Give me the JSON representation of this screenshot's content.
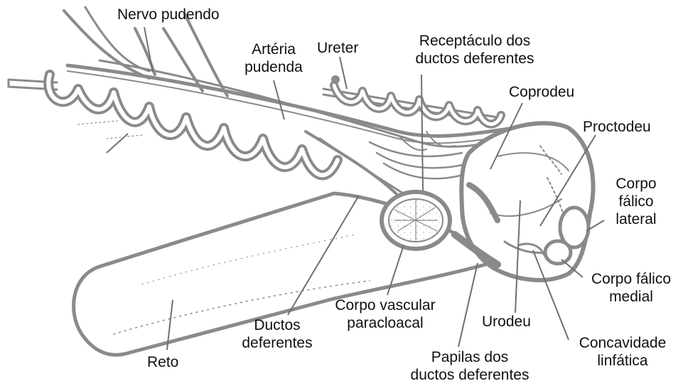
{
  "colors": {
    "drawing": "#8a8a8a",
    "leader": "#6f6f6f",
    "text": "#111111",
    "background": "#ffffff"
  },
  "labels": {
    "nervo_pudendo": "Nervo pudendo",
    "arteria_l1": "Artéria",
    "arteria_l2": "pudenda",
    "ureter": "Ureter",
    "receptaculo_l1": "Receptáculo dos",
    "receptaculo_l2": "ductos deferentes",
    "coprodeu": "Coprodeu",
    "proctodeu": "Proctodeu",
    "corpo_lateral_l1": "Corpo",
    "corpo_lateral_l2": "fálico",
    "corpo_lateral_l3": "lateral",
    "corpo_medial_l1": "Corpo fálico",
    "corpo_medial_l2": "medial",
    "concavidade_l1": "Concavidade",
    "concavidade_l2": "linfática",
    "papilas_l1": "Papilas dos",
    "papilas_l2": "ductos deferentes",
    "urodeu": "Urodeu",
    "corpo_vascular_l1": "Corpo vascular",
    "corpo_vascular_l2": "paracloacal",
    "ductos_l1": "Ductos",
    "ductos_l2": "deferentes",
    "reto": "Reto"
  }
}
